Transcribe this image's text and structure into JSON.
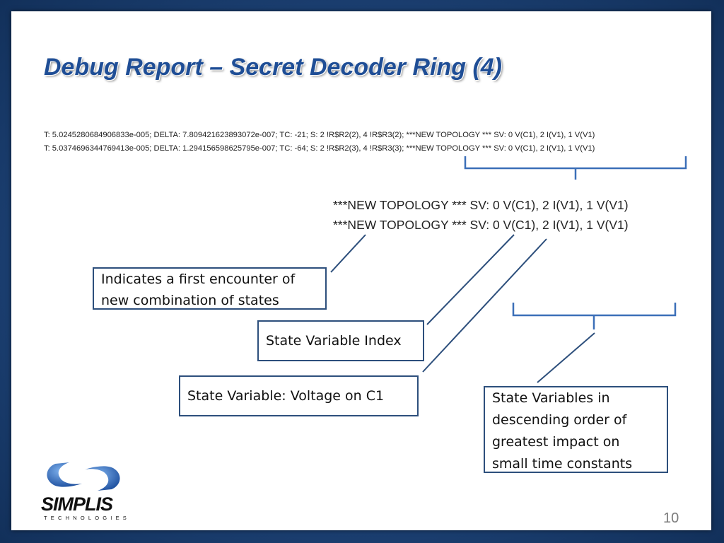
{
  "slide": {
    "title": "Debug Report – Secret Decoder Ring (4)",
    "log_lines": [
      "T: 5.0245280684906833e-005; DELTA: 7.809421623893072e-007; TC: -21; S: 2 !R$R2(2), 4 !R$R3(2); ***NEW TOPOLOGY *** SV: 0 V(C1), 2 I(V1), 1 V(V1)",
      "T: 5.0374696344769413e-005; DELTA: 1.294156598625795e-007; TC: -64; S: 2 !R$R2(3), 4 !R$R3(3); ***NEW TOPOLOGY *** SV: 0 V(C1), 2 I(V1), 1 V(V1)"
    ],
    "topology_lines": [
      "***NEW TOPOLOGY *** SV: 0 V(C1), 2 I(V1), 1 V(V1)",
      "***NEW TOPOLOGY *** SV: 0 V(C1), 2 I(V1), 1 V(V1)"
    ],
    "callouts": {
      "first_encounter": "Indicates a first encounter of new combination of states",
      "state_variable_index": "State Variable Index",
      "state_variable_voltage": "State Variable:  Voltage on C1",
      "descending_order": "State Variables in descending order of greatest impact on small time constants"
    },
    "page_number": "10",
    "colors": {
      "title": "#1f4e96",
      "frame": "#1b3f73",
      "callout_border": "#2d4f7c",
      "bracket": "#3b6fb8"
    }
  },
  "logo": {
    "icon": "simplis-swirl-logo",
    "name": "SIMPLIS",
    "tagline": "TECHNOLOGIES"
  }
}
